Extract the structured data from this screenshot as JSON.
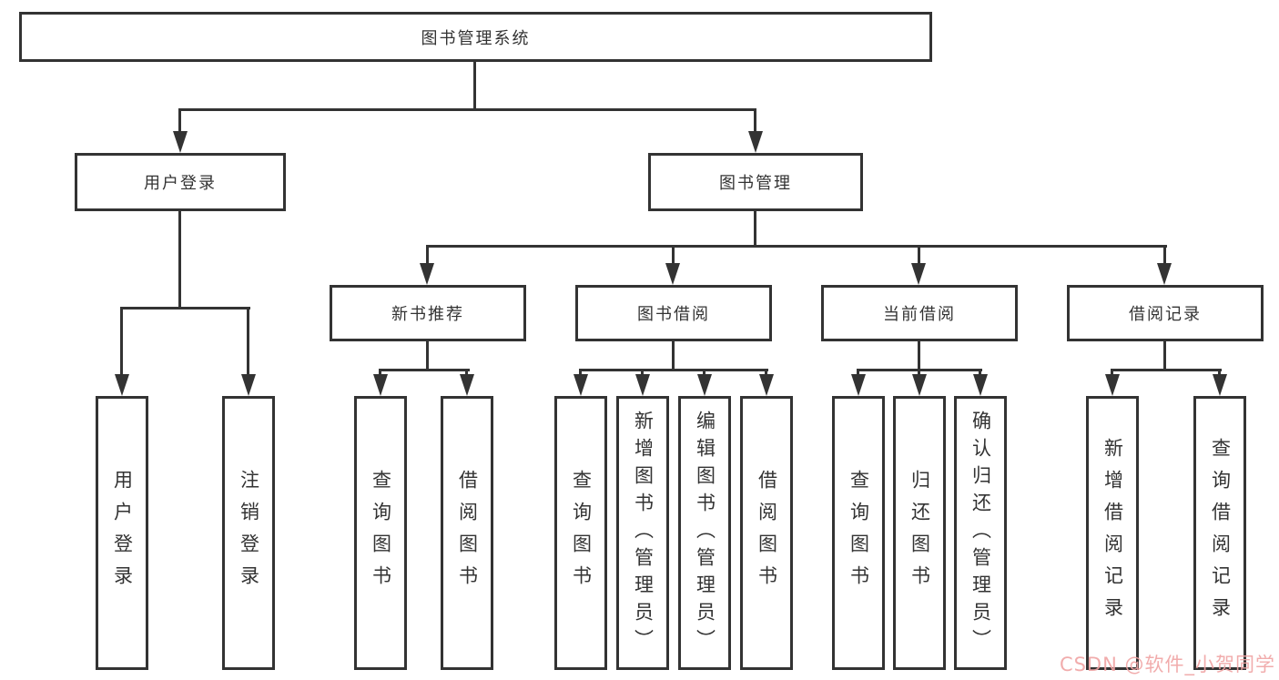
{
  "nodes": {
    "root": "图书管理系统",
    "level2": [
      "用户登录",
      "图书管理"
    ],
    "level3": [
      "新书推荐",
      "图书借阅",
      "当前借阅",
      "借阅记录"
    ],
    "leaves": {
      "user_login": [
        "用户登录",
        "注销登录"
      ],
      "new_book": [
        "查询图书",
        "借阅图书"
      ],
      "borrow": [
        "查询图书",
        "新增图书（管理员）",
        "编辑图书（管理员）",
        "借阅图书"
      ],
      "current": [
        "查询图书",
        "归还图书",
        "确认归还（管理员）"
      ],
      "history": [
        "新增借阅记录",
        "查询借阅记录"
      ]
    }
  },
  "watermark": "CSDN @软件_小贺同学",
  "colors": {
    "line": "#333333",
    "box_background": "#ffffff",
    "text": "#333333",
    "watermark": "#f0a4a4"
  }
}
